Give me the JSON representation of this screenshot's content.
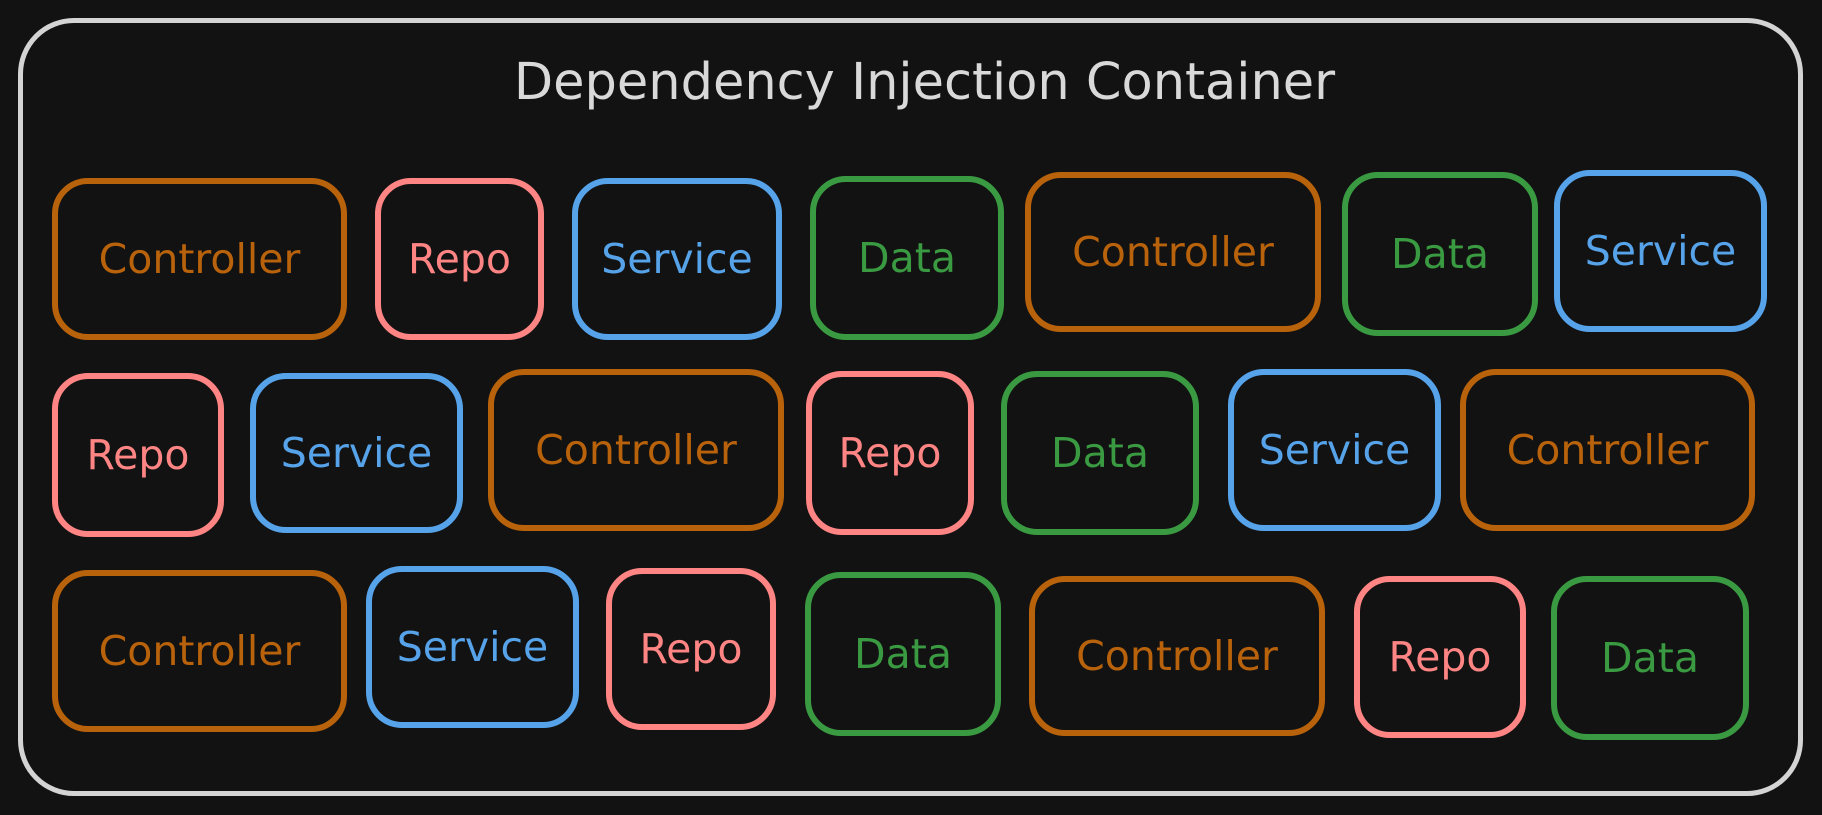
{
  "title": "Dependency Injection Container",
  "colors": {
    "controller": "#b8620b",
    "repo": "#ff8585",
    "service": "#56a3ea",
    "data": "#3a9a42",
    "frame": "#d4d4d4",
    "background": "#121212"
  },
  "components": [
    {
      "label": "Controller",
      "kind": "controller"
    },
    {
      "label": "Repo",
      "kind": "repo"
    },
    {
      "label": "Service",
      "kind": "service"
    },
    {
      "label": "Data",
      "kind": "data"
    },
    {
      "label": "Controller",
      "kind": "controller"
    },
    {
      "label": "Data",
      "kind": "data"
    },
    {
      "label": "Service",
      "kind": "service"
    },
    {
      "label": "Repo",
      "kind": "repo"
    },
    {
      "label": "Service",
      "kind": "service"
    },
    {
      "label": "Controller",
      "kind": "controller"
    },
    {
      "label": "Repo",
      "kind": "repo"
    },
    {
      "label": "Data",
      "kind": "data"
    },
    {
      "label": "Service",
      "kind": "service"
    },
    {
      "label": "Controller",
      "kind": "controller"
    },
    {
      "label": "Controller",
      "kind": "controller"
    },
    {
      "label": "Service",
      "kind": "service"
    },
    {
      "label": "Repo",
      "kind": "repo"
    },
    {
      "label": "Data",
      "kind": "data"
    },
    {
      "label": "Controller",
      "kind": "controller"
    },
    {
      "label": "Repo",
      "kind": "repo"
    },
    {
      "label": "Data",
      "kind": "data"
    }
  ]
}
